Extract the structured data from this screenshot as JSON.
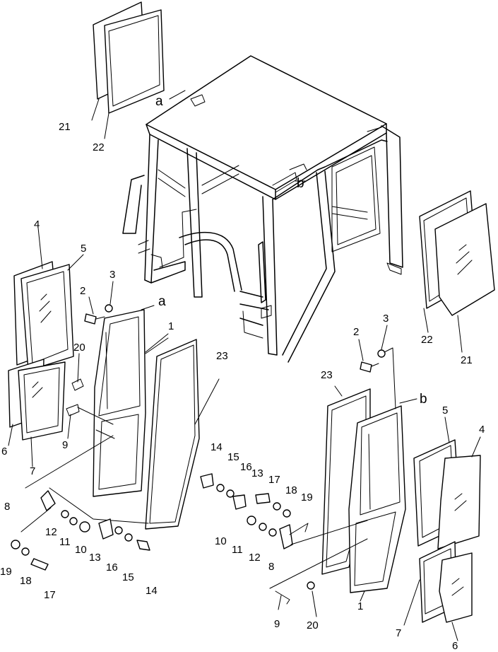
{
  "labels": {
    "p1": "1",
    "p2": "2",
    "p3": "3",
    "p4": "4",
    "p5": "5",
    "p6": "6",
    "p7": "7",
    "p8": "8",
    "p9": "9",
    "p10": "10",
    "p11": "11",
    "p12": "12",
    "p13": "13",
    "p14": "14",
    "p15": "15",
    "p16": "16",
    "p17": "17",
    "p18": "18",
    "p19": "19",
    "p20": "20",
    "p21": "21",
    "p22": "22",
    "p23": "23",
    "ra": "a",
    "rb": "b"
  }
}
